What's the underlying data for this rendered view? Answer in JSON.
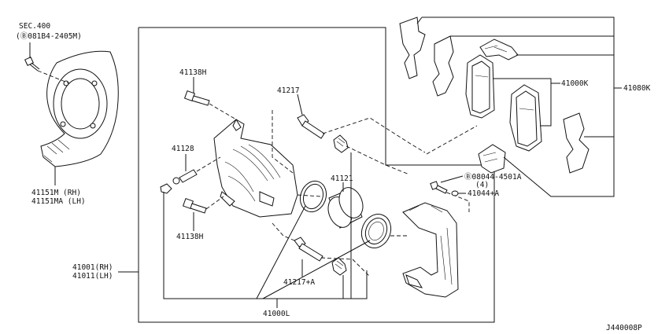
{
  "labels": {
    "sec": "SEC.400",
    "bolt_spec": "(Ⓑ081B4-2405M)",
    "shield_rh": "41151M  (RH)",
    "shield_lh": "41151MA (LH)",
    "bolt_top": "41138H",
    "pin_top": "41217",
    "bleeder": "41128",
    "piston": "41121",
    "bolt_bottom": "41138H",
    "pin_bottom": "41217+A",
    "seal_kit": "41000L",
    "caliper_rh": "41001(RH)",
    "caliper_lh": "41011(LH)",
    "pad_kit": "41000K",
    "pad_set": "41080K",
    "bolt_b": "Ⓑ08044-4501A",
    "bolt_b_qty": "(4)",
    "washer": "41044+A",
    "diagram_code": "J440008P"
  }
}
